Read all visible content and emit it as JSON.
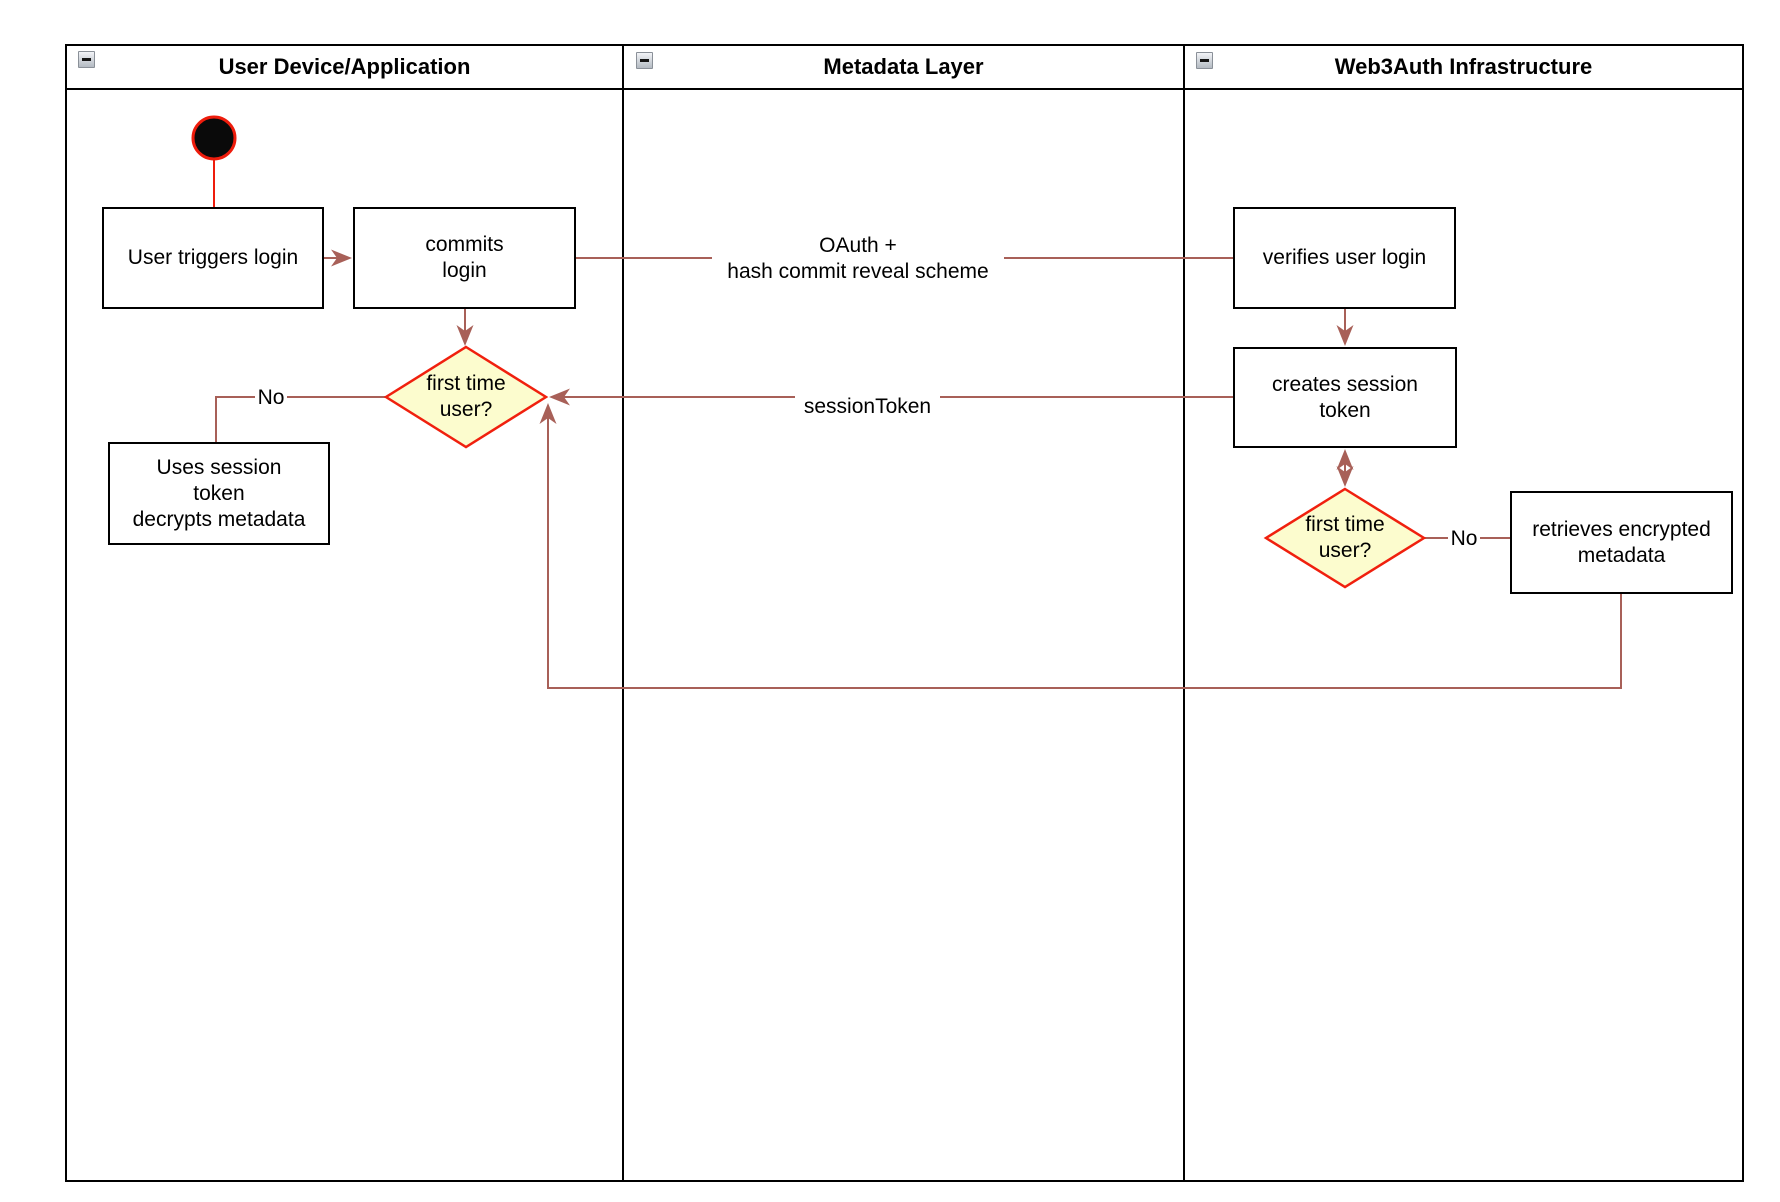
{
  "colors": {
    "connector_line": "#A86058",
    "start_accent": "#EE1C0C",
    "decision_fill": "#FCFCCE",
    "decision_border": "#F0200E",
    "lane_border": "#000000"
  },
  "lanes": [
    {
      "title": "User Device/Application"
    },
    {
      "title": "Metadata Layer"
    },
    {
      "title": "Web3Auth Infrastructure"
    }
  ],
  "nodes": {
    "user_triggers_login": {
      "label": "User triggers login"
    },
    "commits_login": {
      "label": "commits\nlogin"
    },
    "verifies_user_login": {
      "label": "verifies user login"
    },
    "creates_session_token": {
      "label": "creates session\ntoken"
    },
    "first_time_user_device": {
      "label": "first time\nuser?"
    },
    "first_time_user_infra": {
      "label": "first time\nuser?"
    },
    "uses_session_token": {
      "label": "Uses session\ntoken\ndecrypts metadata"
    },
    "retrieves_encrypted_metadata": {
      "label": "retrieves encrypted\nmetadata"
    }
  },
  "edge_labels": {
    "oauth": "OAuth +\nhash commit reveal scheme",
    "session_token": "sessionToken",
    "no_device": "No",
    "no_infra": "No"
  }
}
